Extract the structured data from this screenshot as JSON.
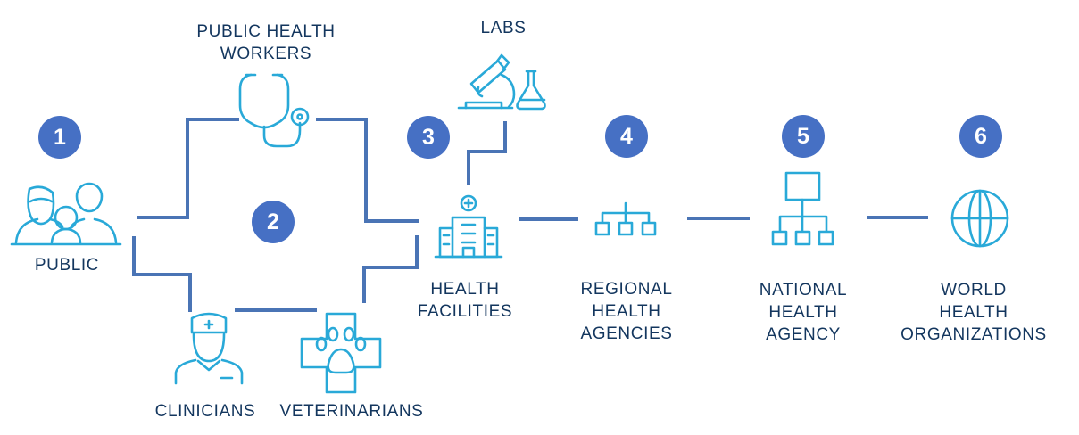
{
  "colors": {
    "connector": "#4a74b5",
    "icon": "#29a9d8",
    "badge": "#4670c4",
    "badge_text": "#ffffff",
    "label": "#13365e",
    "background": "#ffffff"
  },
  "steps": {
    "s1": "1",
    "s2": "2",
    "s3": "3",
    "s4": "4",
    "s5": "5",
    "s6": "6"
  },
  "nodes": {
    "public": {
      "lines": [
        "PUBLIC"
      ],
      "icon": "family-icon"
    },
    "public_health_workers": {
      "lines": [
        "PUBLIC HEALTH",
        "WORKERS"
      ],
      "icon": "stethoscope-icon"
    },
    "clinicians": {
      "lines": [
        "CLINICIANS"
      ],
      "icon": "nurse-icon"
    },
    "veterinarians": {
      "lines": [
        "VETERINARIANS"
      ],
      "icon": "paw-cross-icon"
    },
    "labs": {
      "lines": [
        "LABS"
      ],
      "icon": "microscope-flask-icon"
    },
    "health_facilities": {
      "lines": [
        "HEALTH",
        "FACILITIES"
      ],
      "icon": "hospital-icon"
    },
    "regional_health_agencies": {
      "lines": [
        "REGIONAL",
        "HEALTH",
        "AGENCIES"
      ],
      "icon": "small-org-chart-icon"
    },
    "national_health_agency": {
      "lines": [
        "NATIONAL",
        "HEALTH",
        "AGENCY"
      ],
      "icon": "org-chart-icon"
    },
    "world_health_organizations": {
      "lines": [
        "WORLD",
        "HEALTH",
        "ORGANIZATIONS"
      ],
      "icon": "globe-icon"
    }
  }
}
